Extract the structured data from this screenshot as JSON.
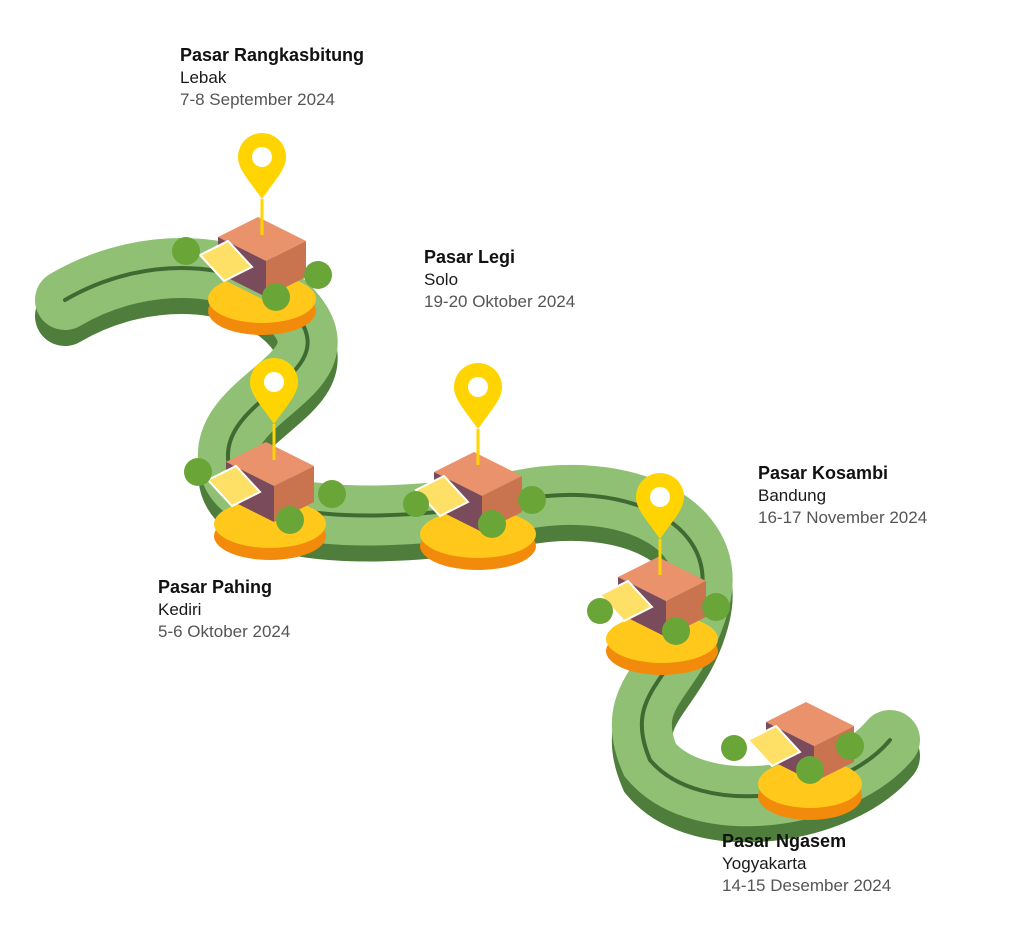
{
  "stops": [
    {
      "name": "Pasar Rangkasbitung",
      "city": "Lebak",
      "date": "7-8 September 2024"
    },
    {
      "name": "Pasar Legi",
      "city": "Solo",
      "date": "19-20 Oktober 2024"
    },
    {
      "name": "Pasar Pahing",
      "city": "Kediri",
      "date": "5-6 Oktober 2024"
    },
    {
      "name": "Pasar Kosambi",
      "city": "Bandung",
      "date": "16-17 November 2024"
    },
    {
      "name": "Pasar Ngasem",
      "city": "Yogyakarta",
      "date": "14-15 Desember 2024"
    }
  ],
  "colors": {
    "road_top": "#8fc074",
    "road_side": "#4f7d3c",
    "road_line": "#3f6a31",
    "base_yellow": "#ffc81a",
    "base_orange": "#f28a0c",
    "pin": "#ffd400",
    "roof": "#e9926c",
    "wall": "#c9734f",
    "awning_stripe": "#ffe066",
    "tree": "#6aa537",
    "trunk": "#8a5a34"
  }
}
